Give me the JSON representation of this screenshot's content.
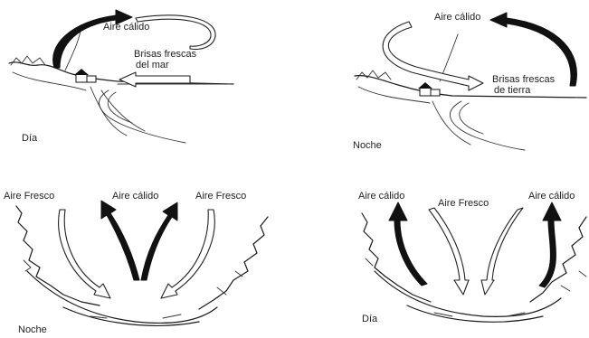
{
  "panels": {
    "sea_day": {
      "warm_air": "Aire cálido",
      "breeze_line1": "Brisas frescas",
      "breeze_line2": "del mar",
      "time": "Día"
    },
    "land_night": {
      "warm_air": "Aire cálido",
      "breeze_line1": "Brisas frescas",
      "breeze_line2": "de tierra",
      "time": "Noche"
    },
    "valley_night": {
      "cool_left": "Aire Fresco",
      "warm_center": "Aire cálido",
      "cool_right": "Aire Fresco",
      "time": "Noche"
    },
    "valley_day": {
      "warm_left": "Aire cálido",
      "cool_center": "Aire Fresco",
      "warm_right": "Aire cálido",
      "time": "Día"
    }
  },
  "colors": {
    "ink": "#1a1a1a",
    "background": "#ffffff"
  }
}
